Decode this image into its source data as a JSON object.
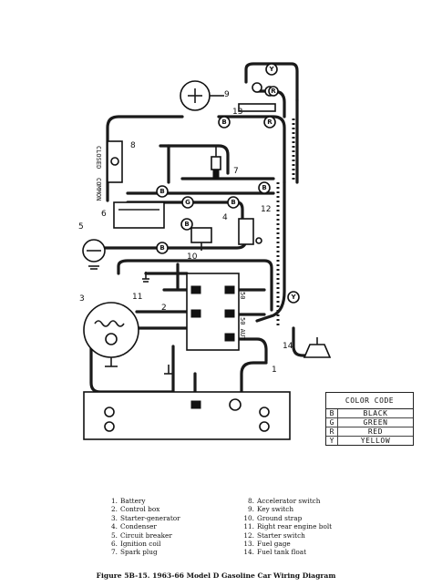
{
  "labels": {
    "closed": "CLOSED",
    "common": "COMMON",
    "breaker_top": "50",
    "breaker_bottom": "50 AUT"
  },
  "callouts": [
    "1",
    "2",
    "3",
    "4",
    "5",
    "6",
    "7",
    "8",
    "9",
    "10",
    "11",
    "12",
    "13",
    "14"
  ],
  "wire_tags": {
    "b": "B",
    "g": "G",
    "r": "R",
    "y": "Y"
  },
  "color_code": {
    "title": "COLOR CODE",
    "rows": [
      {
        "code": "B",
        "name": "BLACK"
      },
      {
        "code": "G",
        "name": "GREEN"
      },
      {
        "code": "R",
        "name": "RED"
      },
      {
        "code": "Y",
        "name": "YELLOW"
      }
    ]
  },
  "legend": [
    {
      "num": "1.",
      "label": "Battery"
    },
    {
      "num": "2.",
      "label": "Control box"
    },
    {
      "num": "3.",
      "label": "Starter-generator"
    },
    {
      "num": "4.",
      "label": "Condenser"
    },
    {
      "num": "5.",
      "label": "Circuit breaker"
    },
    {
      "num": "6.",
      "label": "Ignition coil"
    },
    {
      "num": "7.",
      "label": "Spark plug"
    },
    {
      "num": "8.",
      "label": "Accelerator switch"
    },
    {
      "num": "9.",
      "label": "Key switch"
    },
    {
      "num": "10.",
      "label": "Ground strap"
    },
    {
      "num": "11.",
      "label": "Right rear engine bolt"
    },
    {
      "num": "12.",
      "label": "Starter switch"
    },
    {
      "num": "13.",
      "label": "Fuel gage"
    },
    {
      "num": "14.",
      "label": "Fuel tank float"
    }
  ],
  "caption": "Figure 5B-15. 1963-66 Model D Gasoline Car Wiring Diagram"
}
